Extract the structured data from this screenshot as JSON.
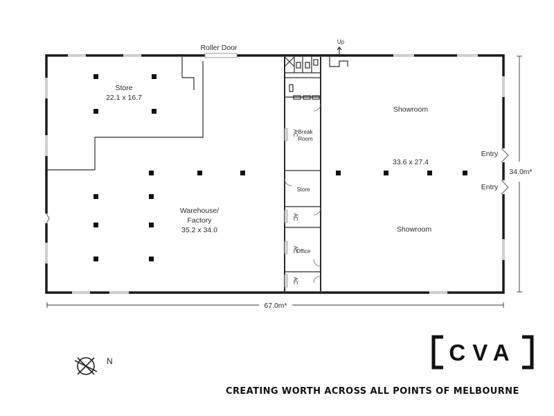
{
  "labels": {
    "roller_door": "Roller Door",
    "up": "Up",
    "store_title": "Store",
    "store_dims": "22.1 x 16.7",
    "warehouse_line1": "Warehouse/",
    "warehouse_line2": "Factory",
    "warehouse_dims": "35.2 x 34.0",
    "showroom_top": "Showroom",
    "showroom_dims": "33.6 x 27.4",
    "showroom_bottom": "Showroom",
    "break_room_line1": "Break",
    "break_room_line2": "Room",
    "store_small": "Store",
    "office": "Office",
    "ac": "AC",
    "entry_top": "Entry",
    "entry_bottom": "Entry",
    "width_dim": "67.0m*",
    "height_dim": "34.0m*"
  },
  "compass": {
    "north_label": "N"
  },
  "logo": {
    "text": "CVA",
    "tagline": "CREATING WORTH ACROSS ALL POINTS OF MELBOURNE"
  }
}
